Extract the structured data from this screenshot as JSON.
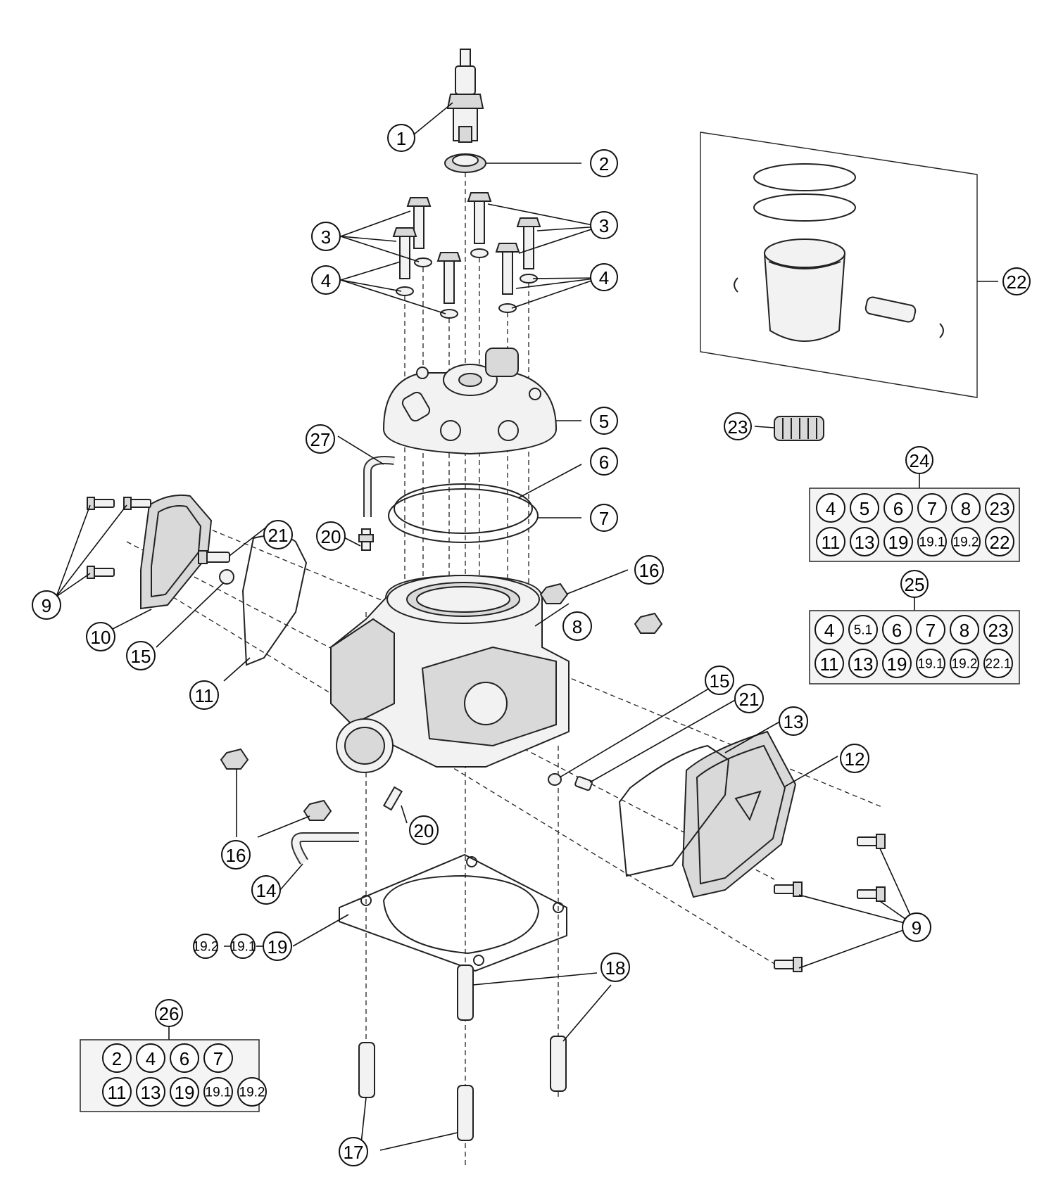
{
  "callouts": [
    {
      "label": "1"
    },
    {
      "label": "2"
    },
    {
      "label": "3"
    },
    {
      "label": "3"
    },
    {
      "label": "3"
    },
    {
      "label": "4"
    },
    {
      "label": "4"
    },
    {
      "label": "5"
    },
    {
      "label": "6"
    },
    {
      "label": "7"
    },
    {
      "label": "8"
    },
    {
      "label": "9"
    },
    {
      "label": "9"
    },
    {
      "label": "10"
    },
    {
      "label": "11"
    },
    {
      "label": "12"
    },
    {
      "label": "13"
    },
    {
      "label": "14"
    },
    {
      "label": "15"
    },
    {
      "label": "15"
    },
    {
      "label": "16"
    },
    {
      "label": "16"
    },
    {
      "label": "17"
    },
    {
      "label": "18"
    },
    {
      "label": "19"
    },
    {
      "label": "19.1"
    },
    {
      "label": "19.2"
    },
    {
      "label": "20"
    },
    {
      "label": "20"
    },
    {
      "label": "21"
    },
    {
      "label": "21"
    },
    {
      "label": "22"
    },
    {
      "label": "23"
    },
    {
      "label": "27"
    }
  ],
  "kits": [
    {
      "number": "24",
      "row1": [
        "4",
        "5",
        "6",
        "7",
        "8",
        "23"
      ],
      "row2": [
        "11",
        "13",
        "19",
        "19.1",
        "19.2",
        "22"
      ]
    },
    {
      "number": "25",
      "row1": [
        "4",
        "5.1",
        "6",
        "7",
        "8",
        "23"
      ],
      "row2": [
        "11",
        "13",
        "19",
        "19.1",
        "19.2",
        "22.1"
      ]
    },
    {
      "number": "26",
      "row1": [
        "2",
        "4",
        "6",
        "7"
      ],
      "row2": [
        "11",
        "13",
        "19",
        "19.1",
        "19.2"
      ]
    }
  ]
}
